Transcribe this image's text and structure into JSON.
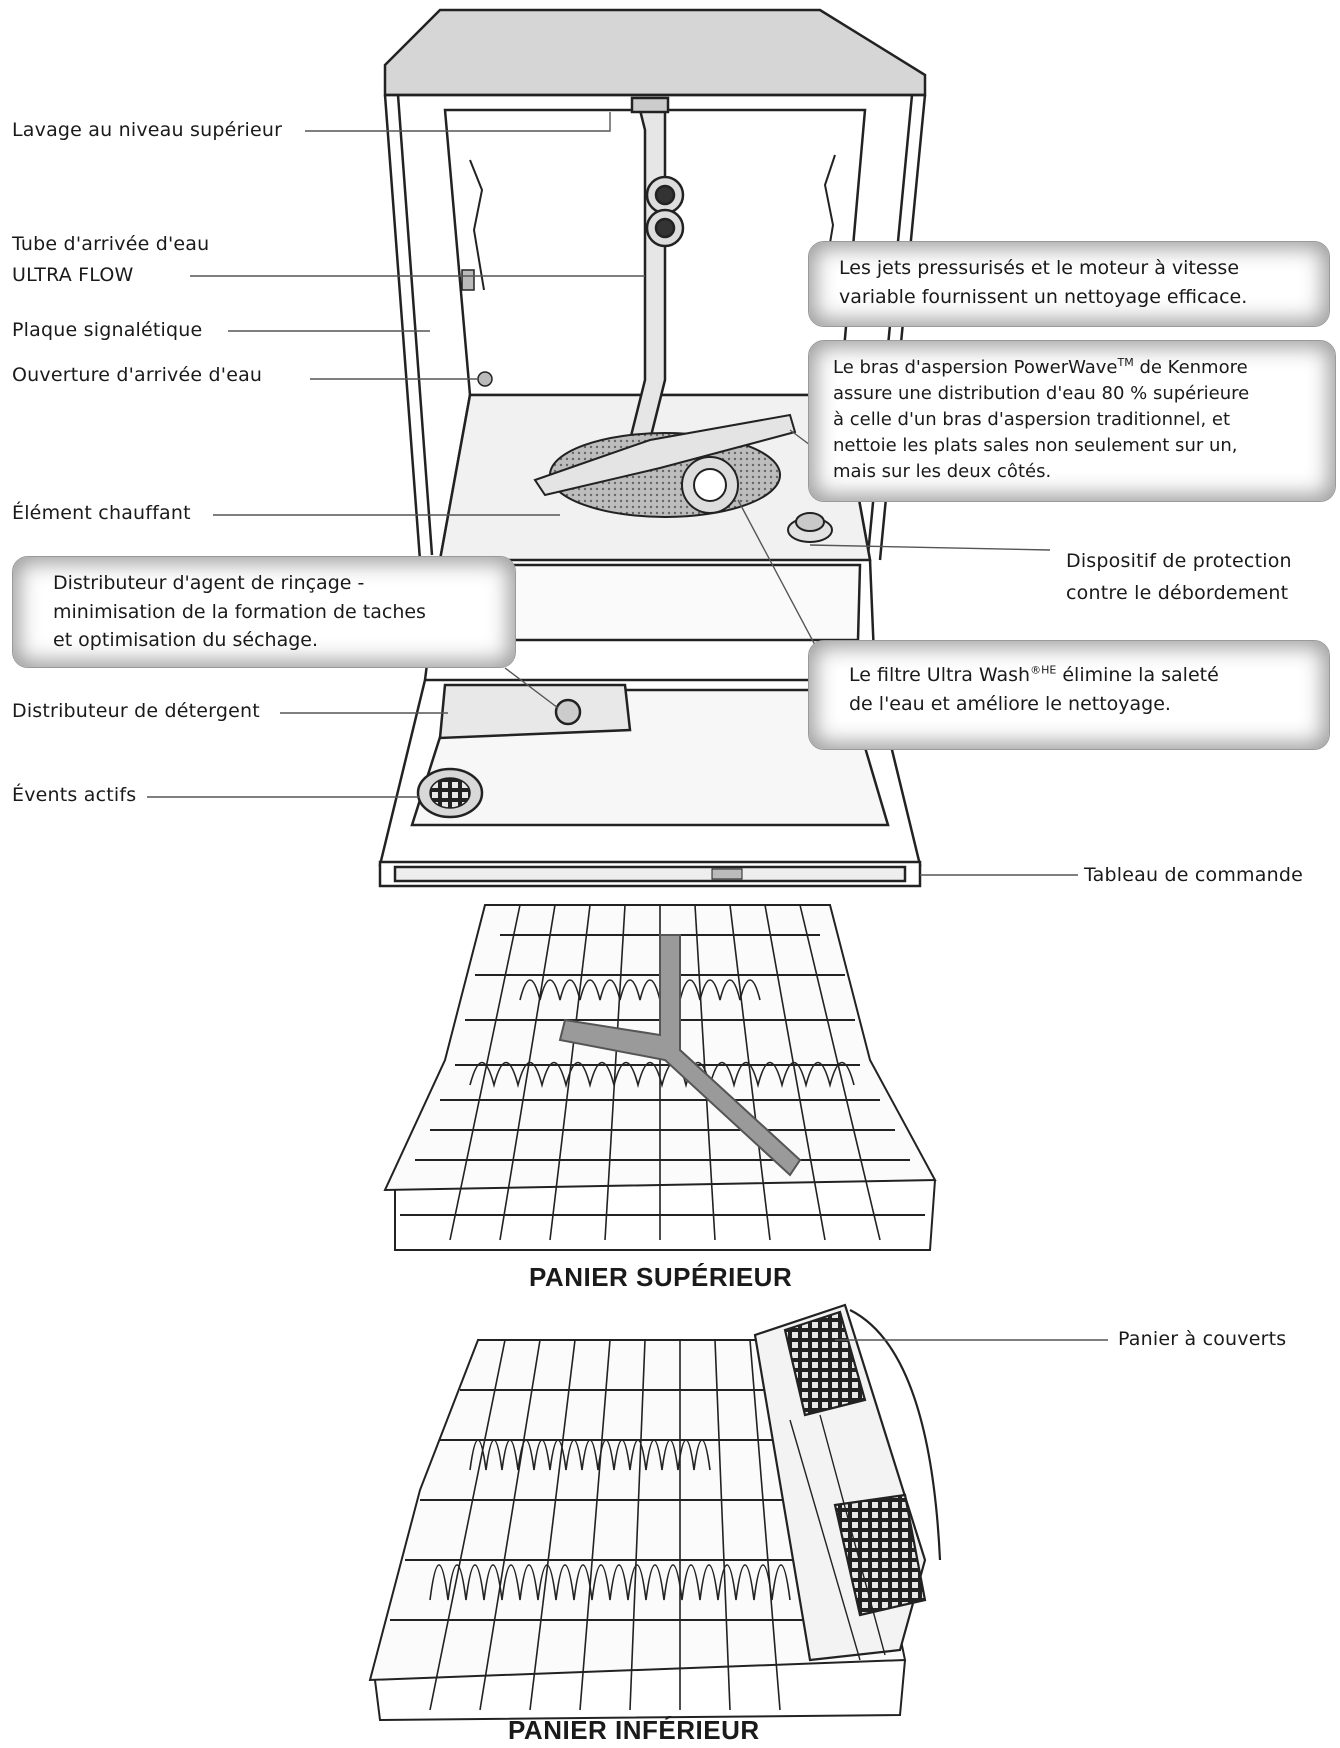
{
  "labels": {
    "top_wash": "Lavage au niveau supérieur",
    "ultra_flow_line1": "Tube d'arrivée d'eau",
    "ultra_flow_line2": "ULTRA FLOW",
    "rating_plate": "Plaque signalétique",
    "water_inlet": "Ouverture d'arrivée d'eau",
    "heating_element": "Élément chauffant",
    "rinse_aid_line1": "Distributeur d'agent de rinçage -",
    "rinse_aid_line2": "minimisation de la formation de taches",
    "rinse_aid_line3": "et optimisation du séchage.",
    "detergent_dispenser": "Distributeur de détergent",
    "active_vents": "Évents actifs",
    "jets_line1": "Les jets pressurisés et le moteur à vitesse",
    "jets_line2": "variable fournissent un nettoyage efficace.",
    "powerwave_line1_a": "Le bras d'aspersion PowerWave",
    "powerwave_tm": "TM",
    "powerwave_line1_b": " de Kenmore",
    "powerwave_line2": "assure une distribution d'eau 80 % supérieure",
    "powerwave_line3": "à celle d'un bras d'aspersion traditionnel, et",
    "powerwave_line4": "nettoie les plats sales non seulement sur un,",
    "powerwave_line5": "mais sur les deux côtés.",
    "overflow_line1": "Dispositif de protection",
    "overflow_line2": "contre le débordement",
    "filter_line1_a": "Le filtre Ultra Wash",
    "filter_sup": "®HE",
    "filter_line1_b": " élimine la saleté",
    "filter_line2": "de l'eau et améliore le nettoyage.",
    "control_panel": "Tableau de commande",
    "upper_rack": "PANIER SUPÉRIEUR",
    "silverware_basket": "Panier à couverts",
    "lower_rack": "PANIER INFÉRIEUR"
  }
}
